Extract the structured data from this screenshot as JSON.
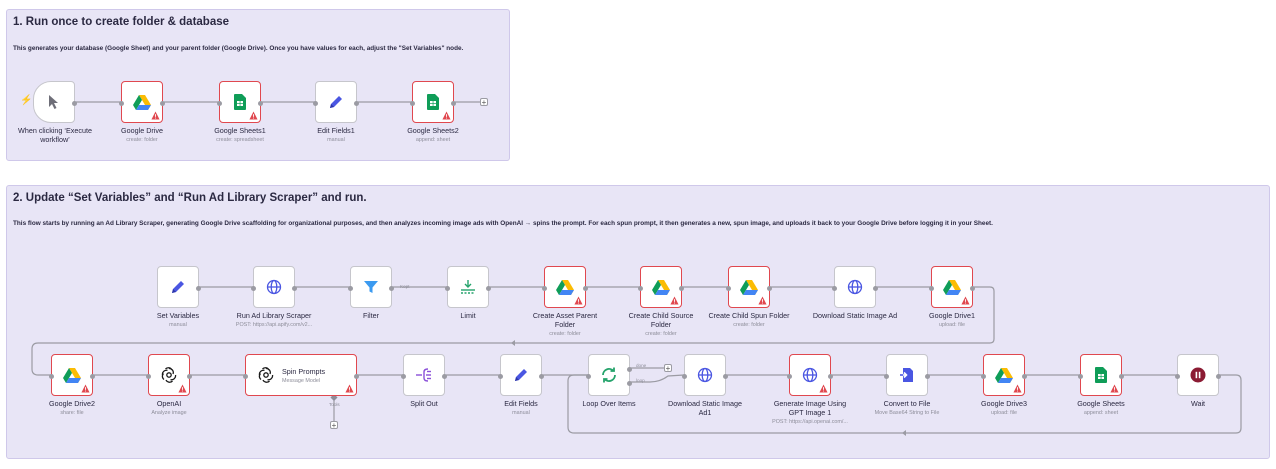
{
  "section1": {
    "title": "1. Run once to create folder & database",
    "description": "This generates your database (Google Sheet) and your parent folder (Google Drive). Once you have values for each, adjust the \"Set Variables\" node."
  },
  "section2": {
    "title": "2. Update “Set Variables” and “Run Ad Library Scraper” and run.",
    "description": "This flow starts by running an Ad Library Scraper, generating Google Drive scaffolding for organizational purposes, and then analyzes incoming image ads with OpenAI → spins the prompt. For each spun prompt, it then generates a new, spun image, and uploads it back to your Google Drive before logging it in your Sheet."
  },
  "nodes": {
    "execute": {
      "label": "When clicking ‘Execute workflow’",
      "sub": "",
      "icon": "cursor-icon"
    },
    "gdrive": {
      "label": "Google Drive",
      "sub": "create: folder",
      "icon": "google-drive-icon"
    },
    "gsheets1": {
      "label": "Google Sheets1",
      "sub": "create: spreadsheet",
      "icon": "google-sheets-icon"
    },
    "editfields1": {
      "label": "Edit Fields1",
      "sub": "manual",
      "icon": "pencil-icon"
    },
    "gsheets2": {
      "label": "Google Sheets2",
      "sub": "append: sheet",
      "icon": "google-sheets-icon"
    },
    "setvars": {
      "label": "Set Variables",
      "sub": "manual",
      "icon": "pencil-icon"
    },
    "scraper": {
      "label": "Run Ad Library Scraper",
      "sub": "POST: https://api.apify.com/v2...",
      "icon": "globe-icon"
    },
    "filter": {
      "label": "Filter",
      "sub": "",
      "icon": "filter-icon"
    },
    "limit": {
      "label": "Limit",
      "sub": "",
      "icon": "limit-icon"
    },
    "assetparent": {
      "label": "Create Asset Parent Folder",
      "sub": "create: folder",
      "icon": "google-drive-icon"
    },
    "childsource": {
      "label": "Create Child Source Folder",
      "sub": "create: folder",
      "icon": "google-drive-icon"
    },
    "childspun": {
      "label": "Create Child Spun Folder",
      "sub": "create: folder",
      "icon": "google-drive-icon"
    },
    "download": {
      "label": "Download Static Image Ad",
      "sub": "",
      "icon": "globe-icon"
    },
    "gdrive1": {
      "label": "Google Drive1",
      "sub": "upload: file",
      "icon": "google-drive-icon"
    },
    "gdrive2": {
      "label": "Google Drive2",
      "sub": "share: file",
      "icon": "google-drive-icon"
    },
    "openai": {
      "label": "OpenAI",
      "sub": "Analyze image",
      "icon": "openai-icon"
    },
    "spin": {
      "label": "Spin Prompts",
      "sub": "Message Model",
      "icon": "openai-icon"
    },
    "splitout": {
      "label": "Split Out",
      "sub": "",
      "icon": "split-out-icon"
    },
    "editfields": {
      "label": "Edit Fields",
      "sub": "manual",
      "icon": "pencil-icon"
    },
    "loop": {
      "label": "Loop Over Items",
      "sub": "",
      "icon": "loop-icon"
    },
    "download1": {
      "label": "Download Static Image Ad1",
      "sub": "",
      "icon": "globe-icon"
    },
    "genimage": {
      "label": "Generate Image Using GPT Image 1",
      "sub": "POST: https://api.openai.com/...",
      "icon": "globe-icon"
    },
    "convert": {
      "label": "Convert to File",
      "sub": "Move Base64 String to File",
      "icon": "convert-file-icon"
    },
    "gdrive3": {
      "label": "Google Drive3",
      "sub": "upload: file",
      "icon": "google-drive-icon"
    },
    "gsheets": {
      "label": "Google Sheets",
      "sub": "append: sheet",
      "icon": "google-sheets-icon"
    },
    "wait": {
      "label": "Wait",
      "sub": "",
      "icon": "pause-icon"
    }
  },
  "connectors": {
    "filter_kept": "Kept",
    "loop_done": "done",
    "loop_loop": "loop",
    "spin_tools": "Tools"
  },
  "colors": {
    "accent": "#ff6d5a",
    "error_border": "#e0484f",
    "sticky_bg": "#e8e5f6"
  }
}
